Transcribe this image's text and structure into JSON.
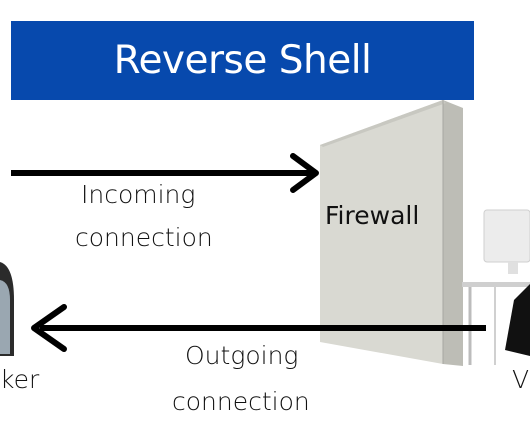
{
  "title": "Reverse Shell",
  "labels": {
    "incoming_line1": "Incoming",
    "incoming_line2": "connection",
    "outgoing_line1": "Outgoing",
    "outgoing_line2": "connection",
    "firewall": "Firewall",
    "attacker_partial": "ker",
    "victim_partial": "V"
  },
  "colors": {
    "banner": "#0749ad",
    "arrow": "#000000",
    "firewall_face": "#d9d9d2"
  },
  "icons": {
    "firewall": "firewall-wall",
    "attacker": "hooded-person",
    "victim": "desk-computer"
  }
}
